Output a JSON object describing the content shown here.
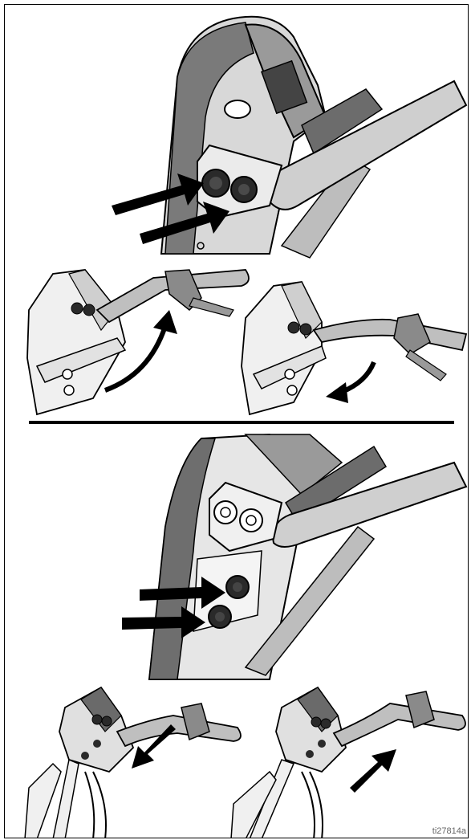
{
  "figure": {
    "id_label": "ti27814a",
    "colors": {
      "line": "#000000",
      "body_light": "#f2f2f2",
      "body_mid": "#cfcfcf",
      "body_dark": "#5a5a5a",
      "knob": "#2a2a2a",
      "arrow": "#000000"
    }
  },
  "steps": [
    {
      "name": "release-knobs-closeup",
      "icons": [
        "knob-icon",
        "knob-icon",
        "push-arrow-icon",
        "push-arrow-icon"
      ]
    },
    {
      "name": "handle-fold",
      "icons": [
        "curved-up-arrow-icon",
        "curved-down-arrow-icon"
      ]
    },
    {
      "name": "lock-knobs-closeup",
      "icons": [
        "knob-icon",
        "knob-icon",
        "push-arrow-icon",
        "push-arrow-icon"
      ]
    },
    {
      "name": "handle-slide",
      "icons": [
        "down-left-arrow-icon",
        "up-right-arrow-icon"
      ]
    }
  ]
}
